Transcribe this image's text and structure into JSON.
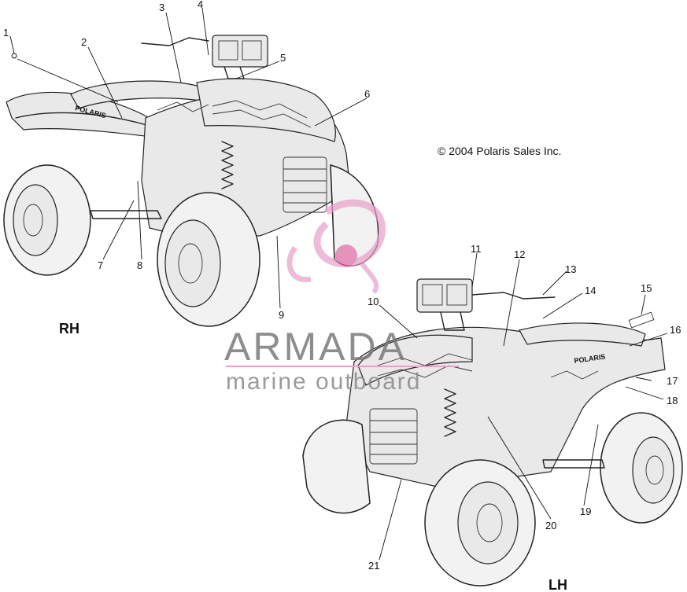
{
  "copyright": "© 2004 Polaris Sales Inc.",
  "views": {
    "rh_label": "RH",
    "lh_label": "LH"
  },
  "brand_on_fender": "POLARIS",
  "watermark": {
    "title": "ARMADA",
    "subtitle": "marine outboard",
    "accent_color": "#e8a0c8"
  },
  "callouts": {
    "c1": "1",
    "c2": "2",
    "c3": "3",
    "c4": "4",
    "c5": "5",
    "c6": "6",
    "c7": "7",
    "c8": "8",
    "c9": "9",
    "c10": "10",
    "c11": "11",
    "c12": "12",
    "c13": "13",
    "c14": "14",
    "c15": "15",
    "c16": "16",
    "c17": "17",
    "c18": "18",
    "c19": "19",
    "c20": "20",
    "c21": "21"
  }
}
